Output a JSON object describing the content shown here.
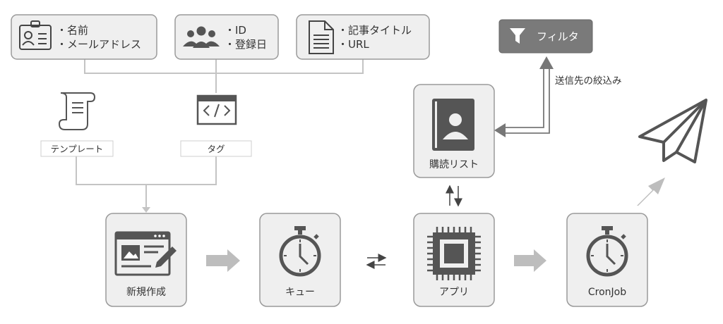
{
  "colors": {
    "box_fill": "#efefef",
    "box_stroke": "#9a9a9a",
    "icon": "#555555",
    "connector": "#bbbbbb",
    "arrow": "#bdbdbd",
    "filter_fill": "#7a7a7a",
    "text": "#333333"
  },
  "data_sources": {
    "user": {
      "icon": "id-card-icon",
      "items": [
        "・名前",
        "・メールアドレス"
      ]
    },
    "member": {
      "icon": "users-icon",
      "items": [
        "・ID",
        "・登録日"
      ]
    },
    "article": {
      "icon": "document-icon",
      "items": [
        "・記事タイトル",
        "・URL"
      ]
    }
  },
  "template": {
    "icon": "scroll-icon",
    "label": "テンプレート"
  },
  "tag": {
    "icon": "code-window-icon",
    "label": "タグ"
  },
  "nodes": {
    "create": {
      "icon": "edit-window-icon",
      "label": "新規作成"
    },
    "queue": {
      "icon": "stopwatch-icon",
      "label": "キュー"
    },
    "app": {
      "icon": "cpu-chip-icon",
      "label": "アプリ"
    },
    "cronjob": {
      "icon": "stopwatch-icon",
      "label": "CronJob"
    },
    "subscribers": {
      "icon": "contact-book-icon",
      "label": "購読リスト"
    }
  },
  "filter": {
    "icon": "filter-icon",
    "label": "フィルタ"
  },
  "filter_edge_label": "送信先の絞込み",
  "send": {
    "icon": "paper-plane-icon"
  }
}
